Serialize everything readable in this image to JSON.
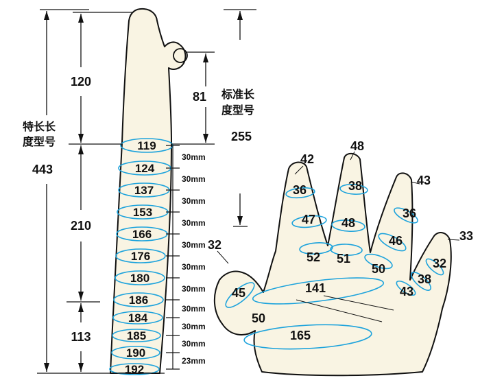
{
  "colors": {
    "glove_fill": "#f9f4e3",
    "measure_ellipse": "#1da3dc"
  },
  "left": {
    "total_label_line1": "特长长",
    "total_label_line2": "度型号",
    "total_value": "443",
    "standard_label_line1": "标准长",
    "standard_label_line2": "度型号",
    "standard_value": "255",
    "seg_hand": "120",
    "seg_thumb": "81",
    "seg_forearm": "210",
    "seg_lower": "113",
    "girths": [
      "119",
      "124",
      "137",
      "153",
      "166",
      "176",
      "180",
      "186",
      "184",
      "185",
      "190",
      "192"
    ],
    "gaps": [
      "30mm",
      "30mm",
      "30mm",
      "30mm",
      "30mm",
      "30mm",
      "30mm",
      "30mm",
      "30mm",
      "30mm",
      "23mm"
    ]
  },
  "hand": {
    "thumb_point": "32",
    "index_tip": "42",
    "middle_tip": "48",
    "ring_tip": "43",
    "little_tip": "33",
    "index_mid": "36",
    "middle_mid": "38",
    "ring_mid": "36",
    "little_mid": "32",
    "index_low": "47",
    "middle_low": "48",
    "ring_low": "46",
    "little_low": "38",
    "index_base": "52",
    "middle_base": "51",
    "ring_base": "50",
    "little_base": "43",
    "thumb_girth": "45",
    "palm_girth": "141",
    "thumb_base": "50",
    "wrist_girth": "165"
  }
}
